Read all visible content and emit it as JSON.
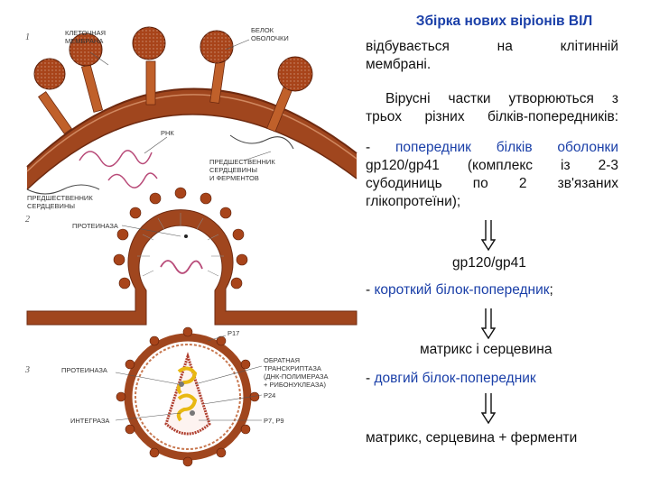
{
  "diagram": {
    "stage_numbers": [
      "1",
      "2",
      "3"
    ],
    "labels": {
      "cell_membrane": [
        "КЛЕТОЧНАЯ",
        "МЕМБРАНА"
      ],
      "envelope_protein": [
        "БЕЛОК",
        "ОБОЛОЧКИ"
      ],
      "rna": "РНК",
      "precursor_core_enzymes": [
        "ПРЕДШЕСТВЕННИК",
        "СЕРДЦЕВИНЫ",
        "И ФЕРМЕНТОВ"
      ],
      "precursor_core": [
        "ПРЕДШЕСТВЕННИК",
        "СЕРДЦЕВИНЫ"
      ],
      "protease_2": "ПРОТЕИНАЗА",
      "p17": "p17",
      "protease_3": "ПРОТЕИНАЗА",
      "reverse_transcriptase": [
        "ОБРАТНАЯ",
        "ТРАНСКРИПТАЗА",
        "(ДНК-ПОЛИМЕРАЗА",
        "+ РИБОНУКЛЕАЗА)"
      ],
      "p24": "p24",
      "integrase": "ИНТЕГРАЗА",
      "p7p9": "p7, p9"
    },
    "colors": {
      "membrane": "#a0461e",
      "membrane_dark": "#6e2a10",
      "rna": "#b84a78",
      "yellow": "#e8b812",
      "blue_text": "#1a3fa8"
    }
  },
  "text": {
    "title": "Збірка нових віріонів ВІЛ",
    "title_rest": [
      "відбувається",
      "на",
      "клітинній"
    ],
    "title_line3": "мембрані.",
    "para1_line1": "Вірусні частки утворюються з",
    "para1_line2": "трьох різних білків-попередників:",
    "item1_dash": "- ",
    "item1_blue": "попередник білків оболонки",
    "item1_lines": [
      "gp120/gp41 (комплекс із 2-3",
      "субодиниць по 2 зв'язаних",
      "глікопротеїни);"
    ],
    "result1": "gp120/gp41",
    "item2_dash": "- ",
    "item2_blue": "короткий білок-попередник",
    "item2_end": ";",
    "result2": "матрикс і серцевина",
    "item3_dash": "- ",
    "item3_blue": "довгий білок-попередник",
    "result3": "матрикс, серцевина + ферменти"
  }
}
